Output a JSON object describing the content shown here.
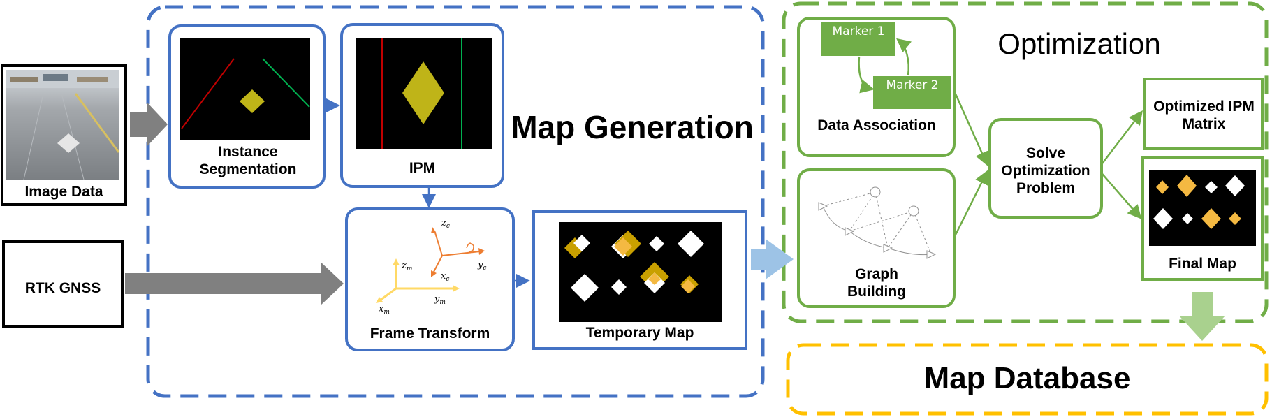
{
  "inputs": {
    "image_data": "Image Data",
    "rtk_gnss": "RTK GNSS"
  },
  "map_generation": {
    "title": "Map Generation",
    "instance_segmentation": "Instance Segmentation",
    "ipm": "IPM",
    "frame_transform": "Frame Transform",
    "temporary_map": "Temporary Map",
    "axes": {
      "camera": [
        "z",
        "c",
        "y",
        "c",
        "x",
        "c"
      ],
      "map": [
        "z",
        "m",
        "y",
        "m",
        "x",
        "m"
      ]
    }
  },
  "optimization": {
    "title": "Optimization",
    "marker_1": "Marker 1",
    "marker_2": "Marker 2",
    "data_association": "Data Association",
    "graph_building": "Graph Building",
    "solve": "Solve Optimization Problem",
    "optimized_ipm": "Optimized IPM Matrix",
    "final_map": "Final Map"
  },
  "map_database": "Map Database",
  "colors": {
    "blue": "#4472c4",
    "green": "#70ad47",
    "yellow": "#ffc000",
    "gray_arrow": "#808080",
    "light_blue_arrow": "#9dc3e6",
    "light_green_arrow": "#a9d18e",
    "olive_marker": "#bfb418",
    "gold": "#f4b942"
  }
}
